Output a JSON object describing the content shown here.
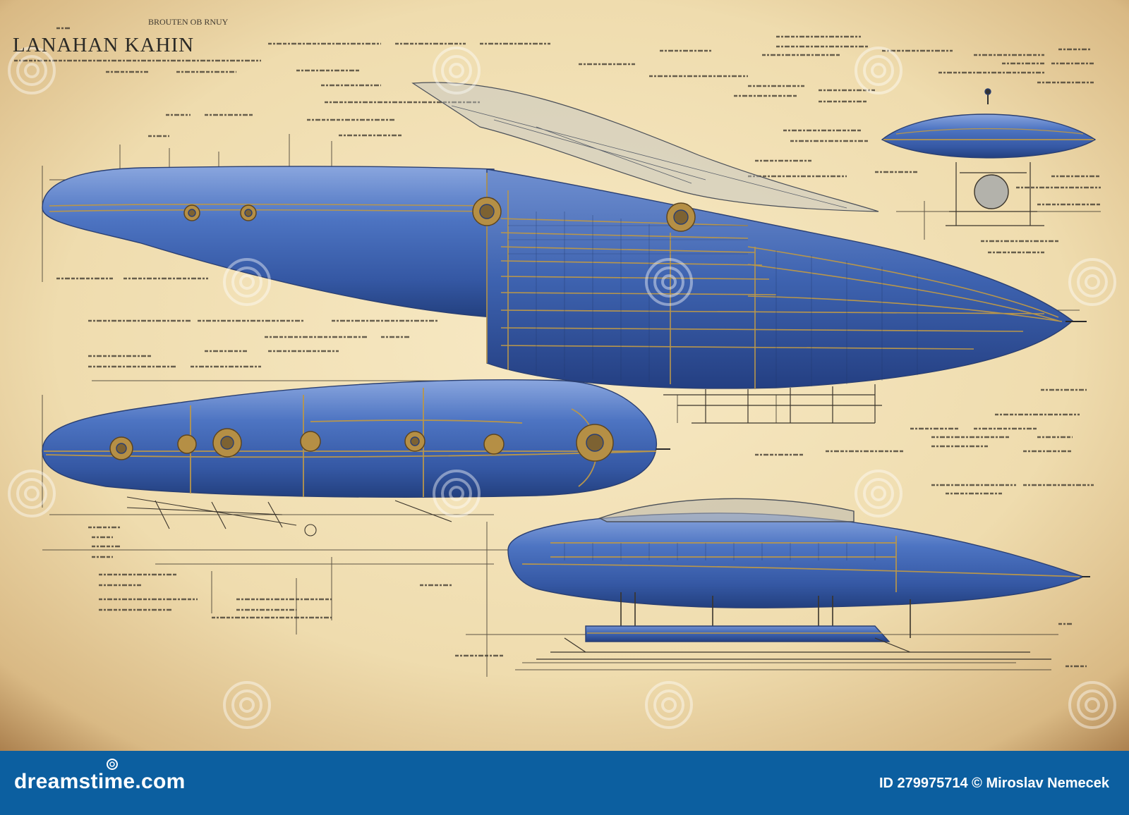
{
  "drawing": {
    "title": "LANAHAN KAHIN",
    "subtitle": "BROUTEN OB RNUY",
    "watermark_text": "dreamstime",
    "colors": {
      "paper": "#f0dfb4",
      "paper_edge": "#b48a55",
      "hull_blue": "#3f65b3",
      "hull_dark": "#26428a",
      "hull_light": "#7a9ad8",
      "brass": "#b8964b",
      "ink": "#2d2a25"
    },
    "icons": [
      "airship-side-view",
      "airship-overhead-view",
      "airship-front-view",
      "flying-saucer-icon"
    ]
  },
  "footer": {
    "logo": "dreamstime.com",
    "credit": "ID 279975714 © Miroslav Nemecek",
    "background_color": "#0c5fa0"
  }
}
